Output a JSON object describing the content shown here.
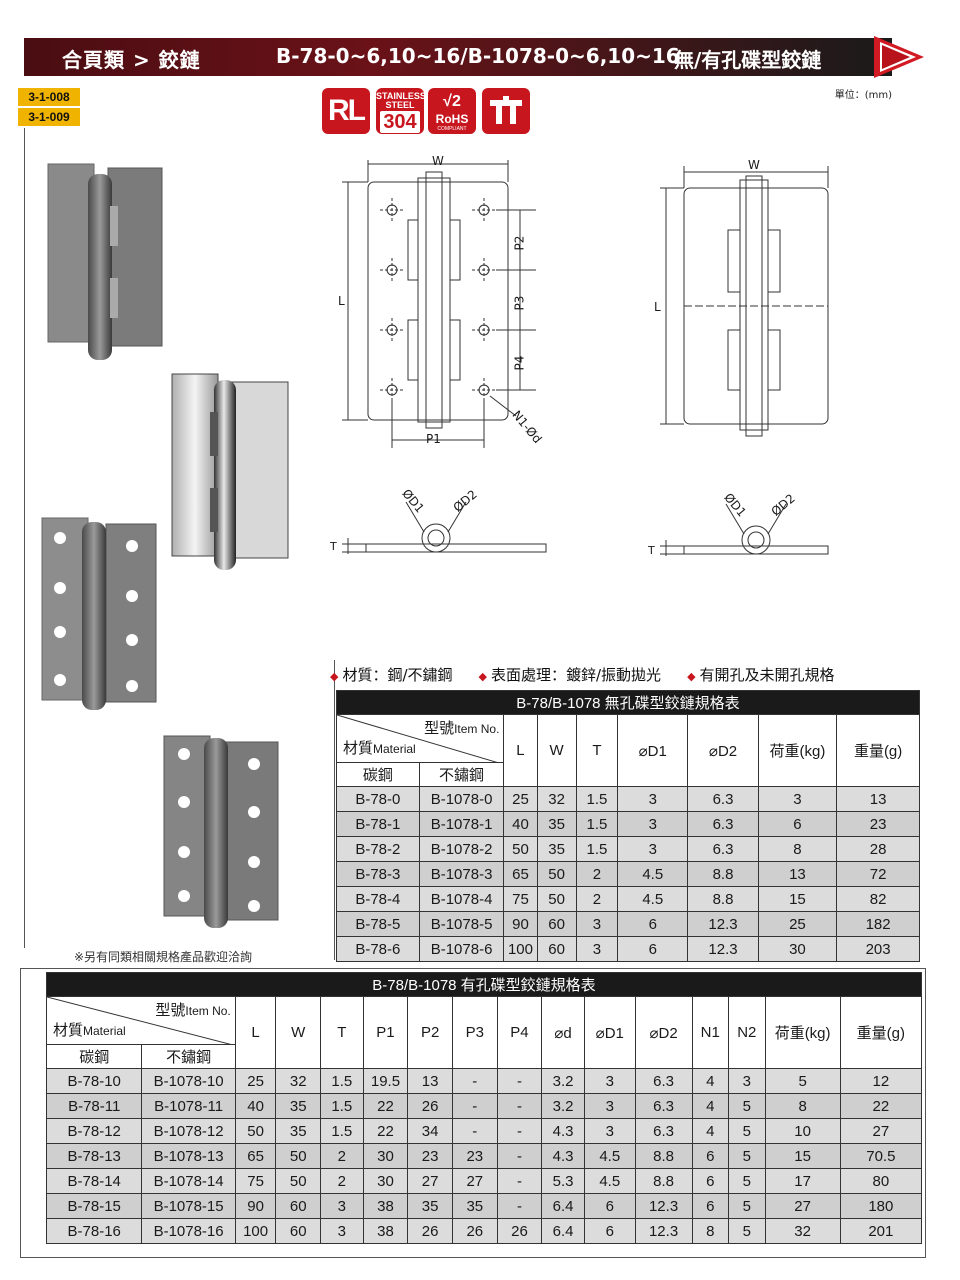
{
  "header": {
    "category": "合頁類 > 鉸鏈",
    "model": "B-78-0~6,10~16/B-1078-0~6,10~16",
    "name": "無/有孔碟型鉸鏈"
  },
  "codes": [
    "3-1-008",
    "3-1-009"
  ],
  "unit": "單位：(mm)",
  "certs": {
    "rl": "RL",
    "ss_line1": "STAINLESS",
    "ss_line2": "STEEL",
    "ss_grade": "304",
    "rohs_top": "√2",
    "rohs": "RoHS",
    "rohs_sub": "COMPLIANT"
  },
  "drawing": {
    "W": "W",
    "L": "L",
    "P1": "P1",
    "P2": "P2",
    "P3": "P3",
    "P4": "P4",
    "N1d": "N1-Ød",
    "D1": "ØD1",
    "D2": "ØD2",
    "T": "T"
  },
  "bullets": [
    "材質：鋼/不鏽鋼",
    "表面處理：鍍鋅/振動拋光",
    "有開孔及未開孔規格"
  ],
  "note": "※另有同類相關規格產品歡迎洽詢",
  "table1": {
    "title": "B-78/B-1078 無孔碟型鉸鏈規格表",
    "corner_top": "型號",
    "corner_top_en": "Item No.",
    "corner_bot": "材質",
    "corner_bot_en": "Material",
    "sub_carbon": "碳鋼",
    "sub_stainless": "不鏽鋼",
    "columns": [
      "L",
      "W",
      "T",
      "⌀D1",
      "⌀D2",
      "荷重(kg)",
      "重量(g)"
    ],
    "rows": [
      [
        "B-78-0",
        "B-1078-0",
        "25",
        "32",
        "1.5",
        "3",
        "6.3",
        "3",
        "13"
      ],
      [
        "B-78-1",
        "B-1078-1",
        "40",
        "35",
        "1.5",
        "3",
        "6.3",
        "6",
        "23"
      ],
      [
        "B-78-2",
        "B-1078-2",
        "50",
        "35",
        "1.5",
        "3",
        "6.3",
        "8",
        "28"
      ],
      [
        "B-78-3",
        "B-1078-3",
        "65",
        "50",
        "2",
        "4.5",
        "8.8",
        "13",
        "72"
      ],
      [
        "B-78-4",
        "B-1078-4",
        "75",
        "50",
        "2",
        "4.5",
        "8.8",
        "15",
        "82"
      ],
      [
        "B-78-5",
        "B-1078-5",
        "90",
        "60",
        "3",
        "6",
        "12.3",
        "25",
        "182"
      ],
      [
        "B-78-6",
        "B-1078-6",
        "100",
        "60",
        "3",
        "6",
        "12.3",
        "30",
        "203"
      ]
    ]
  },
  "table2": {
    "title": "B-78/B-1078 有孔碟型鉸鏈規格表",
    "corner_top": "型號",
    "corner_top_en": "Item No.",
    "corner_bot": "材質",
    "corner_bot_en": "Material",
    "sub_carbon": "碳鋼",
    "sub_stainless": "不鏽鋼",
    "columns": [
      "L",
      "W",
      "T",
      "P1",
      "P2",
      "P3",
      "P4",
      "⌀d",
      "⌀D1",
      "⌀D2",
      "N1",
      "N2",
      "荷重(kg)",
      "重量(g)"
    ],
    "rows": [
      [
        "B-78-10",
        "B-1078-10",
        "25",
        "32",
        "1.5",
        "19.5",
        "13",
        "-",
        "-",
        "3.2",
        "3",
        "6.3",
        "4",
        "3",
        "5",
        "12"
      ],
      [
        "B-78-11",
        "B-1078-11",
        "40",
        "35",
        "1.5",
        "22",
        "26",
        "-",
        "-",
        "3.2",
        "3",
        "6.3",
        "4",
        "5",
        "8",
        "22"
      ],
      [
        "B-78-12",
        "B-1078-12",
        "50",
        "35",
        "1.5",
        "22",
        "34",
        "-",
        "-",
        "4.3",
        "3",
        "6.3",
        "4",
        "5",
        "10",
        "27"
      ],
      [
        "B-78-13",
        "B-1078-13",
        "65",
        "50",
        "2",
        "30",
        "23",
        "23",
        "-",
        "4.3",
        "4.5",
        "8.8",
        "6",
        "5",
        "15",
        "70.5"
      ],
      [
        "B-78-14",
        "B-1078-14",
        "75",
        "50",
        "2",
        "30",
        "27",
        "27",
        "-",
        "5.3",
        "4.5",
        "8.8",
        "6",
        "5",
        "17",
        "80"
      ],
      [
        "B-78-15",
        "B-1078-15",
        "90",
        "60",
        "3",
        "38",
        "35",
        "35",
        "-",
        "6.4",
        "6",
        "12.3",
        "6",
        "5",
        "27",
        "180"
      ],
      [
        "B-78-16",
        "B-1078-16",
        "100",
        "60",
        "3",
        "38",
        "26",
        "26",
        "26",
        "6.4",
        "6",
        "12.3",
        "8",
        "5",
        "32",
        "201"
      ]
    ]
  }
}
